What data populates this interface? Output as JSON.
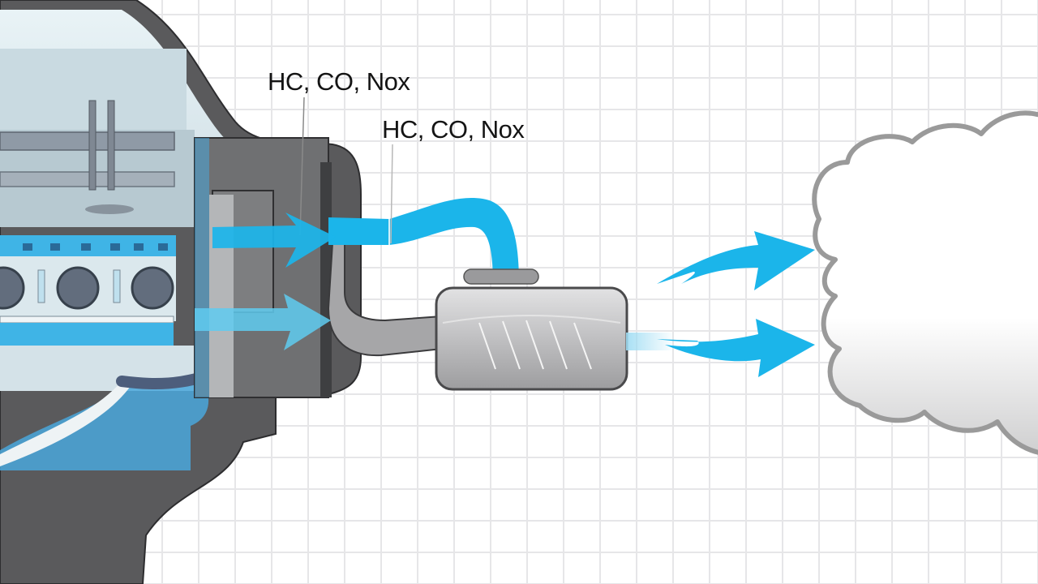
{
  "diagram": {
    "title": "Engine exhaust flow through catalytic converter",
    "labels": [
      {
        "id": "emissions-label-engine",
        "text": "HC, CO, Nox"
      },
      {
        "id": "emissions-label-pipe",
        "text": "HC, CO, Nox"
      }
    ],
    "components": [
      {
        "id": "engine-cutaway",
        "name": "Engine (cross-section)"
      },
      {
        "id": "exhaust-manifold",
        "name": "Exhaust manifold"
      },
      {
        "id": "exhaust-pipe",
        "name": "Exhaust pipe"
      },
      {
        "id": "catalytic-converter",
        "name": "Catalytic converter"
      },
      {
        "id": "exhaust-cloud",
        "name": "Exhaust emissions cloud"
      }
    ],
    "flow_arrows": [
      {
        "id": "flow-arrow-upper-engine",
        "direction": "right"
      },
      {
        "id": "flow-arrow-lower-engine",
        "direction": "right"
      },
      {
        "id": "flow-arrow-upper-out",
        "direction": "right"
      },
      {
        "id": "flow-arrow-lower-out",
        "direction": "right"
      }
    ],
    "colors": {
      "flow_blue": "#1BB5EA",
      "engine_dark": "#5a5a5c",
      "engine_light": "#dfe9ee",
      "converter_gray": "#b3b3b5",
      "cloud_outline": "#9a9a9a",
      "grid_line": "#e6e6e8",
      "text": "#141414"
    }
  }
}
